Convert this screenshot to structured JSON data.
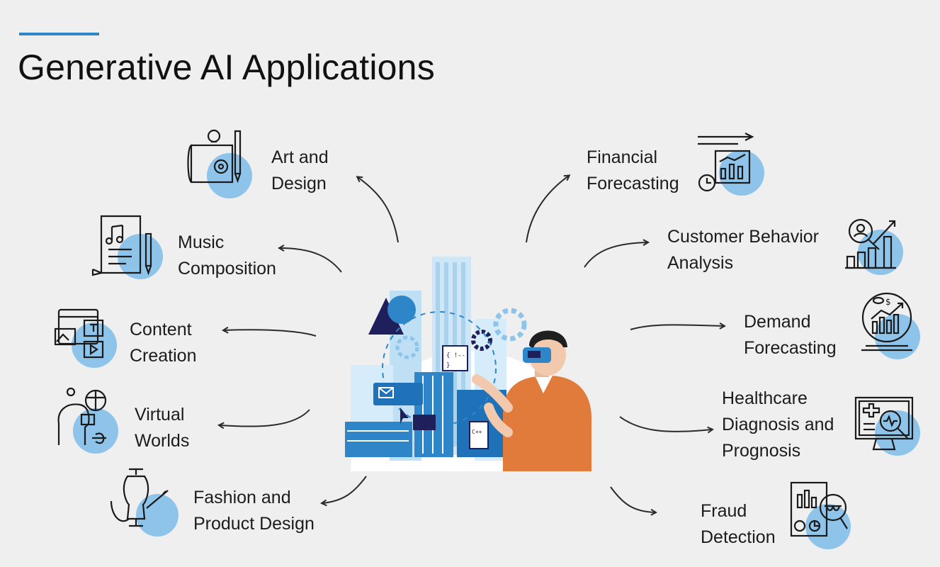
{
  "page": {
    "title": "Generative AI Applications",
    "accent_color": "#2e86c8",
    "icon_circle_color": "#8ec3ea"
  },
  "left_items": [
    {
      "id": "art",
      "lines": [
        "Art and",
        "Design"
      ],
      "icon": "art-design-icon"
    },
    {
      "id": "music",
      "lines": [
        "Music",
        "Composition"
      ],
      "icon": "music-sheet-icon"
    },
    {
      "id": "content",
      "lines": [
        "Content",
        "Creation"
      ],
      "icon": "content-media-icon"
    },
    {
      "id": "virtual",
      "lines": [
        "Virtual",
        "Worlds"
      ],
      "icon": "vr-head-icon"
    },
    {
      "id": "fashion",
      "lines": [
        "Fashion and",
        "Product Design"
      ],
      "icon": "mannequin-icon"
    }
  ],
  "right_items": [
    {
      "id": "finance",
      "lines": [
        "Financial",
        "Forecasting"
      ],
      "icon": "financial-chart-icon"
    },
    {
      "id": "customer",
      "lines": [
        "Customer Behavior",
        "Analysis"
      ],
      "icon": "customer-analytics-icon"
    },
    {
      "id": "demand",
      "lines": [
        "Demand",
        "Forecasting"
      ],
      "icon": "crystal-ball-icon"
    },
    {
      "id": "health",
      "lines": [
        "Healthcare",
        "Diagnosis and",
        "Prognosis"
      ],
      "icon": "health-monitor-icon"
    },
    {
      "id": "fraud",
      "lines": [
        "Fraud",
        "Detection"
      ],
      "icon": "fraud-magnifier-icon"
    }
  ],
  "center": {
    "icon": "vr-user-illustration"
  }
}
